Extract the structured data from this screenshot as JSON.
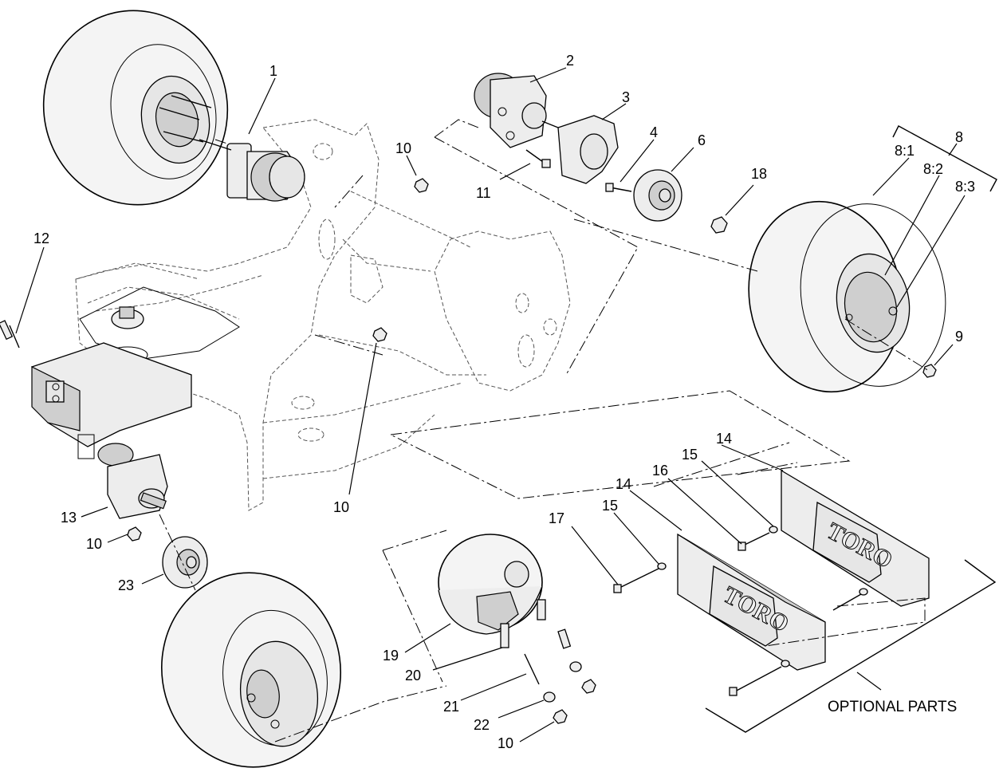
{
  "callouts": {
    "c1": "1",
    "c2": "2",
    "c3": "3",
    "c4": "4",
    "c6": "6",
    "c8": "8",
    "c8_1": "8:1",
    "c8_2": "8:2",
    "c8_3": "8:3",
    "c9": "9",
    "c10a": "10",
    "c10b": "10",
    "c10c": "10",
    "c10d": "10",
    "c11": "11",
    "c12": "12",
    "c13": "13",
    "c14a": "14",
    "c14b": "14",
    "c15a": "15",
    "c15b": "15",
    "c16": "16",
    "c17": "17",
    "c18": "18",
    "c19": "19",
    "c20": "20",
    "c21": "21",
    "c22": "22",
    "c23": "23"
  },
  "optional_label": "OPTIONAL PARTS",
  "weight_brand": "TORO"
}
